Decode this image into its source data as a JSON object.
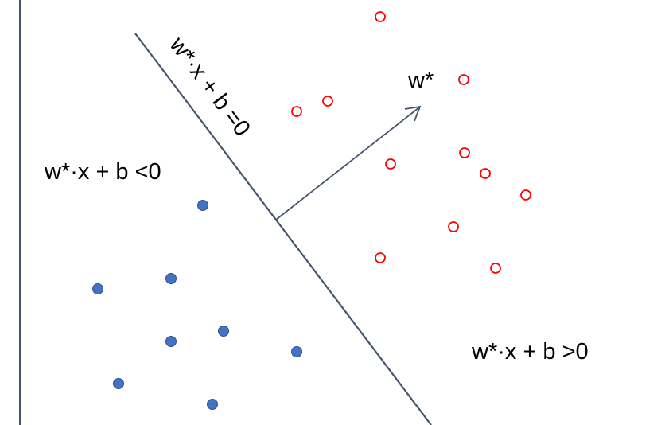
{
  "labels": {
    "hyperplane": "w*·x + b =0",
    "negative_region": "w*·x + b <0",
    "positive_region": "w*·x + b >0",
    "weight_vector": "w*"
  },
  "colors": {
    "line": "#44546a",
    "positive": "#ff0000",
    "negative_fill": "#4472c4",
    "negative_stroke": "#2f528f"
  }
}
